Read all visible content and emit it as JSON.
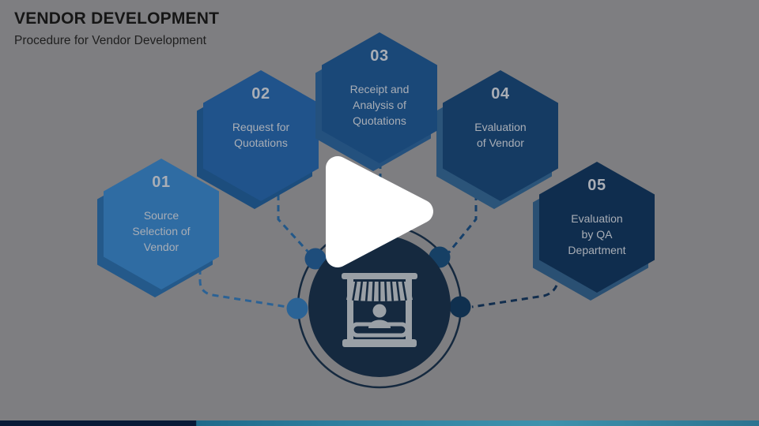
{
  "slide": {
    "title": "VENDOR DEVELOPMENT",
    "subtitle": "Procedure for Vendor Development"
  },
  "steps": [
    {
      "number": "01",
      "label": [
        "Source",
        "Selection of",
        "Vendor"
      ],
      "hex_color": "#2f6ca3",
      "shadow_color": "#24598a",
      "dot_color": "#2a6396",
      "connector_color": "#2b6295"
    },
    {
      "number": "02",
      "label": [
        "Request for",
        "Quotations"
      ],
      "hex_color": "#20538b",
      "shadow_color": "#1c4d7d",
      "dot_color": "#1e4d7b",
      "connector_color": "#235889"
    },
    {
      "number": "03",
      "label": [
        "Receipt and",
        "Analysis of",
        "Quotations"
      ],
      "hex_color": "#1a4878",
      "shadow_color": "#24517e",
      "connector_color": "#1c4a74"
    },
    {
      "number": "04",
      "label": [
        "Evaluation",
        "of Vendor"
      ],
      "hex_color": "#153b63",
      "shadow_color": "#2b5479",
      "dot_color": "#164065",
      "connector_color": "#17406a"
    },
    {
      "number": "05",
      "label": [
        "Evaluation",
        "by QA",
        "Department"
      ],
      "hex_color": "#0f2d4e",
      "shadow_color": "#2a5073",
      "dot_color": "#10304f",
      "connector_color": "#122e4e"
    }
  ],
  "center": {
    "icon": "vendor-storefront-icon",
    "circle_color": "#15293f",
    "ring_color": "#15293f",
    "icon_color": "#9aa0a6"
  },
  "player": {
    "play_label": "Play video",
    "play_color": "#ffffff"
  },
  "footer_bar": {
    "left_color": "#081a37",
    "teal_start": "#1e6a8a",
    "teal_mid": "#3e92ad",
    "teal_end": "#2c7390"
  },
  "text_color": "#a9aeb6",
  "background_color": "#7e7e81"
}
